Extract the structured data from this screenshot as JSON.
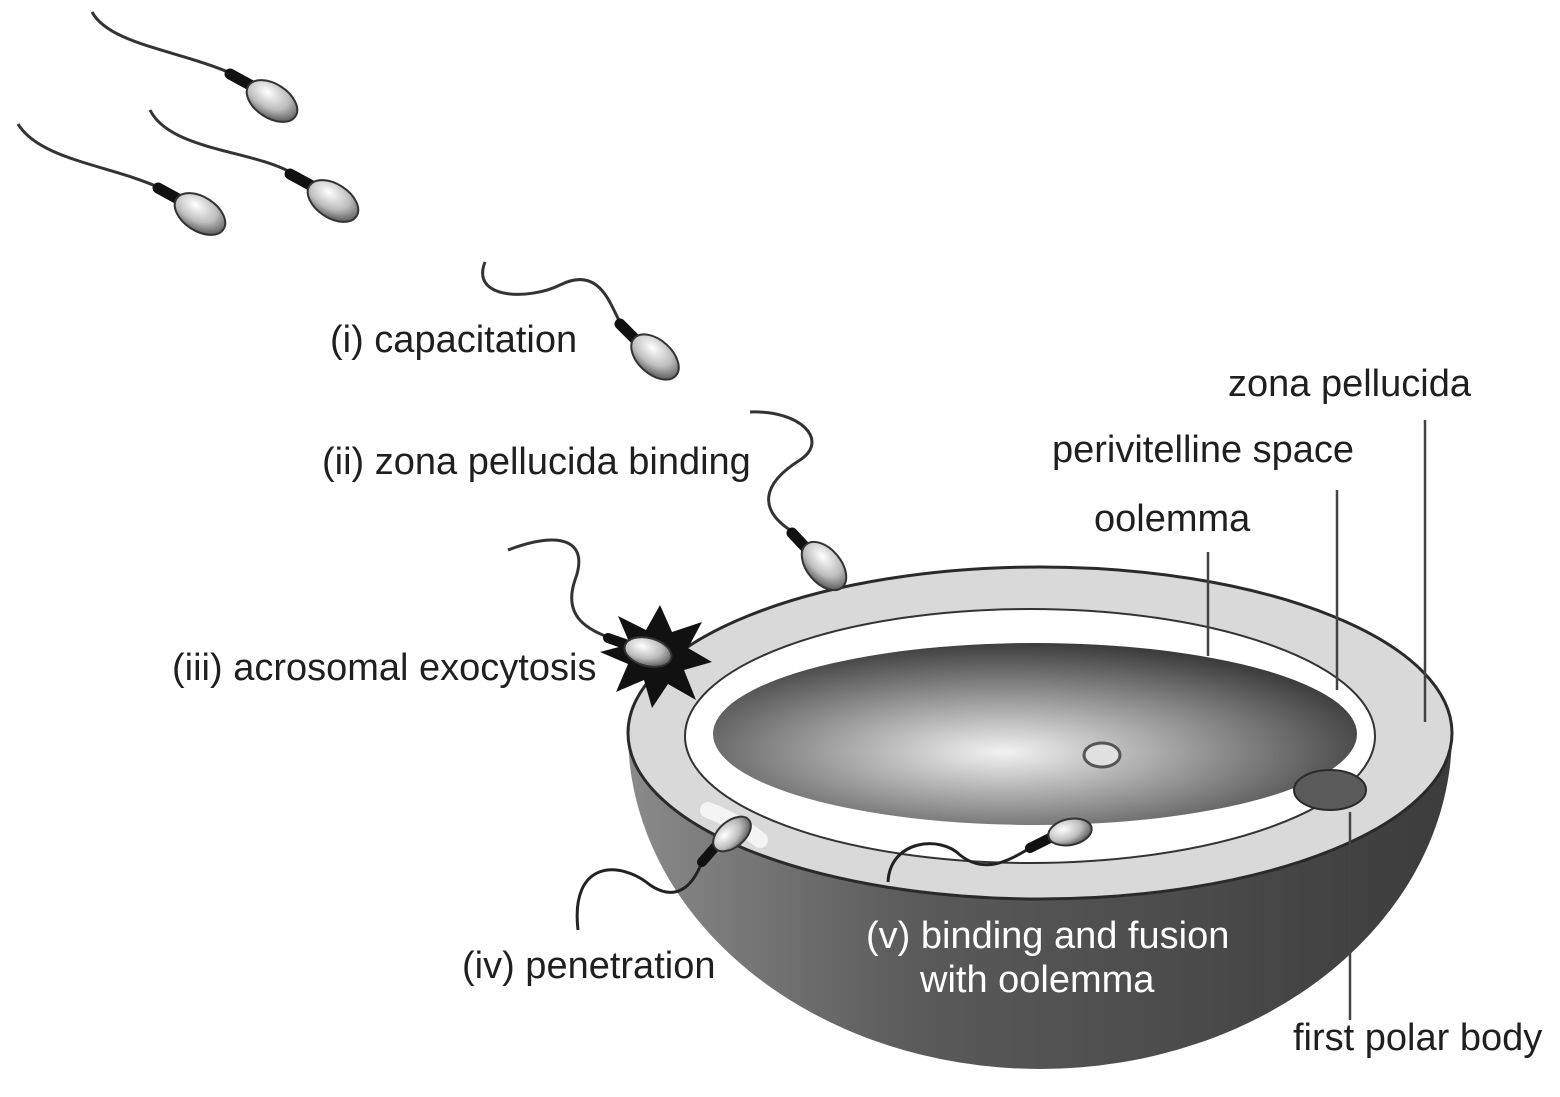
{
  "labels": {
    "capacitation": "(i) capacitation",
    "zp_binding": "(ii) zona pellucida binding",
    "acrosomal": "(iii) acrosomal exocytosis",
    "penetration": "(iv) penetration",
    "binding_fusion_line1": "(v) binding and fusion",
    "binding_fusion_line2": "with oolemma",
    "zona_pellucida": "zona pellucida",
    "perivitelline": "perivitelline space",
    "oolemma": "oolemma",
    "polar_body": "first polar body"
  },
  "colors": {
    "zona": "#d6d6d6",
    "shell_dark": "#555555",
    "ooplasm_dark": "#3a3a3a",
    "text": "#1f1f1f"
  }
}
